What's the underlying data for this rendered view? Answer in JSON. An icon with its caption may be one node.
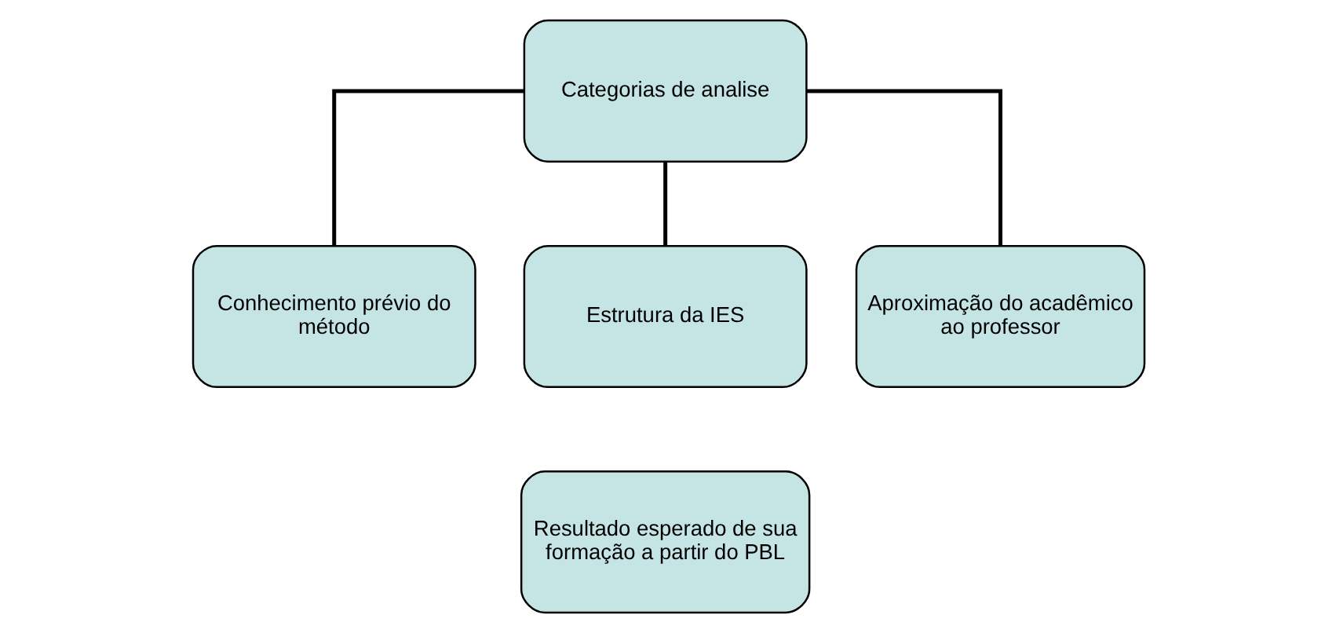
{
  "diagram": {
    "nodes": [
      {
        "text": [
          "Categorias de analise"
        ]
      },
      {
        "text": [
          "Conhecimento prévio do método"
        ]
      },
      {
        "text": [
          "Estrutura da IES"
        ]
      },
      {
        "text": [
          "Aproximação do acadêmico ao professor"
        ]
      },
      {
        "text": [
          "Resultado esperado de sua formação a partir do PBL"
        ]
      }
    ],
    "edges": [
      {
        "from": 0,
        "to": 1,
        "arrow": "none"
      },
      {
        "from": 0,
        "to": 2,
        "arrow": "none"
      },
      {
        "from": 0,
        "to": 3,
        "arrow": "none"
      }
    ]
  }
}
